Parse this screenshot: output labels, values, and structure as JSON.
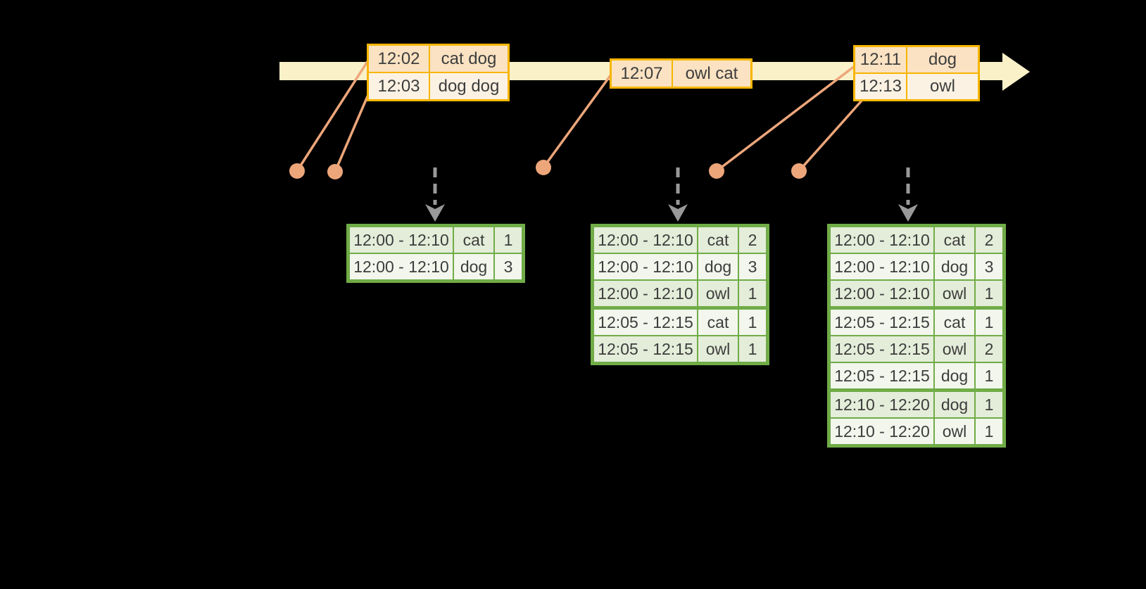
{
  "diagram_colors": {
    "background": "#000000",
    "timeline_band": "#FAF1C9",
    "event_table_border": "#F7B500",
    "event_row_fill_dark": "#FAE2C2",
    "event_row_fill_light": "#FCF2E3",
    "event_dot": "#EDA67A",
    "trigger_arrow": "#999999",
    "result_table_border": "#70AC47",
    "result_row_fill_tint": "#E4EDD9",
    "result_row_fill_light": "#F2F6EC",
    "text": "#3D3D3D"
  },
  "event_tables": [
    {
      "rows": [
        {
          "time": "12:02",
          "words": "cat dog"
        },
        {
          "time": "12:03",
          "words": "dog dog"
        }
      ]
    },
    {
      "rows": [
        {
          "time": "12:07",
          "words": "owl cat"
        }
      ]
    },
    {
      "rows": [
        {
          "time": "12:11",
          "words": "dog"
        },
        {
          "time": "12:13",
          "words": "owl"
        }
      ]
    }
  ],
  "result_tables": [
    {
      "rows": [
        {
          "window": "12:00 - 12:10",
          "word": "cat",
          "count": "1"
        },
        {
          "window": "12:00 - 12:10",
          "word": "dog",
          "count": "3"
        }
      ]
    },
    {
      "rows": [
        {
          "window": "12:00 - 12:10",
          "word": "cat",
          "count": "2"
        },
        {
          "window": "12:00 - 12:10",
          "word": "dog",
          "count": "3"
        },
        {
          "window": "12:00 - 12:10",
          "word": "owl",
          "count": "1"
        },
        {
          "window": "12:05 - 12:15",
          "word": "cat",
          "count": "1"
        },
        {
          "window": "12:05 - 12:15",
          "word": "owl",
          "count": "1"
        }
      ]
    },
    {
      "rows": [
        {
          "window": "12:00 - 12:10",
          "word": "cat",
          "count": "2"
        },
        {
          "window": "12:00 - 12:10",
          "word": "dog",
          "count": "3"
        },
        {
          "window": "12:00 - 12:10",
          "word": "owl",
          "count": "1"
        },
        {
          "window": "12:05 - 12:15",
          "word": "cat",
          "count": "1"
        },
        {
          "window": "12:05 - 12:15",
          "word": "owl",
          "count": "2"
        },
        {
          "window": "12:05 - 12:15",
          "word": "dog",
          "count": "1"
        },
        {
          "window": "12:10 - 12:20",
          "word": "dog",
          "count": "1"
        },
        {
          "window": "12:10 - 12:20",
          "word": "owl",
          "count": "1"
        }
      ]
    }
  ]
}
